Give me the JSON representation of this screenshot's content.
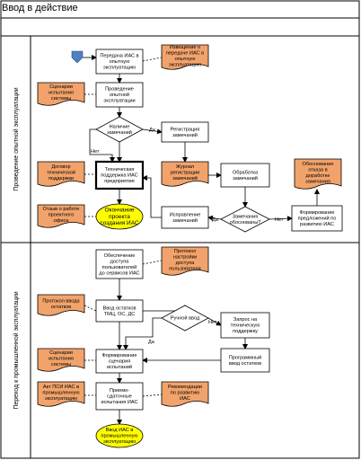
{
  "title": "Ввод в действие",
  "lanes": [
    {
      "label": "Проведение опытной эксплуатации"
    },
    {
      "label": "Переход к промышленной эксплуатации"
    }
  ],
  "nodes": {
    "transfer": [
      "Передача ИАС в",
      "опытную",
      "эксплуатацию"
    ],
    "notice": [
      "Извещение о",
      "передаче ИАС в",
      "опытную",
      "эксплуатацию"
    ],
    "scenarios1": [
      "Сценарии",
      "испытания",
      "системы"
    ],
    "trial": [
      "Проведение",
      "опытной",
      "эксплуатации"
    ],
    "remarks_q": [
      "Наличие",
      "замечаний"
    ],
    "register": [
      "Регистрация",
      "замечаний"
    ],
    "contract": [
      "Договор",
      "технической",
      "поддержки"
    ],
    "support": [
      "Техническая",
      "поддержка ИАС",
      "предприятия"
    ],
    "journal": [
      "Журнал",
      "регистрации",
      "замечаний"
    ],
    "process": [
      "Обработка",
      "замечаний"
    ],
    "justification": [
      "Обоснование",
      "отказа в",
      "доработке",
      "замечания"
    ],
    "report": [
      "Отзыв о работе",
      "проектного",
      "офиса"
    ],
    "project_end": [
      "Окончание",
      "проекта",
      "создания ИАС"
    ],
    "fix": [
      "Исправление",
      "замечаний"
    ],
    "justified_q": [
      "Замечания",
      "обоснованы?"
    ],
    "proposals": [
      "Формирование",
      "предложений по",
      "развитию ИАС"
    ],
    "access": [
      "Обеспечение",
      "доступа",
      "пользователей",
      "до сервисов ИАС"
    ],
    "access_protocol": [
      "Протокол",
      "настройки",
      "доступа",
      "пользователя"
    ],
    "input_protocol": [
      "Протокол ввода",
      "остатков"
    ],
    "balances": [
      "Ввод остатков",
      "ТМЦ, ОС, ДС"
    ],
    "manual_q": [
      "Ручной ввод"
    ],
    "req_support": [
      "Запрос на",
      "техническую",
      "поддержку"
    ],
    "scenarios2": [
      "Сценарии",
      "испытания",
      "системы"
    ],
    "form_scen": [
      "Формирование",
      "сценария",
      "испытаний"
    ],
    "prog_input": [
      "Программный",
      "ввод остатков"
    ],
    "act": [
      "Акт ПСИ ИАС в",
      "промышленную",
      "эксплуатацию"
    ],
    "acceptance": [
      "Приемо-",
      "сдаточные",
      "испытания ИАС"
    ],
    "recommend": [
      "Рекомендации",
      "по развитию",
      "ИАС"
    ],
    "prod_end": [
      "Ввод ИАС в",
      "промышленную",
      "эксплуатацию"
    ]
  },
  "edge_labels": {
    "yes1": "Да",
    "no1": "Нет",
    "yes2": "Да",
    "no2": "Нет",
    "yes3": "Да",
    "no3": "Нет"
  },
  "colors": {
    "document_fill": "#f2a36b",
    "process_fill": "#ffffff",
    "terminator_fill": "#ffff00",
    "start_fill": "#4f81bd",
    "line": "#000000"
  }
}
